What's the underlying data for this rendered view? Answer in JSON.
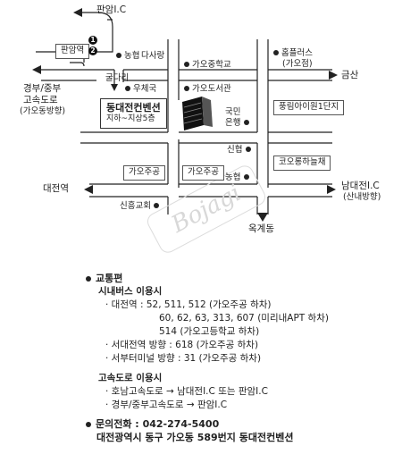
{
  "map": {
    "labels": {
      "pangyo_ic": "판암I.C",
      "pangyo_station": "판암역",
      "nonghyup_top": "농협",
      "dasarang": "다사랑",
      "gaoh_middle": "가오중학교",
      "homeplus": "홈플러스",
      "homeplus_branch": "(가오점)",
      "geumsan": "금산",
      "gyeongbu_highway": "경부/중부",
      "highway": "고속도로",
      "gaodong_dir": "(가오동방향)",
      "guldari": "굴다리",
      "post_office": "우체국",
      "library": "가오도서관",
      "kookmin": "국민",
      "bank": "은행",
      "pungnim": "풍림아이원1단지",
      "convention_name": "동대전컨벤션",
      "convention_floor": "지하~지상5층",
      "shinhyup": "신협",
      "gaoh_jugong_left": "가오주공",
      "gaoh_jugong_right": "가오주공",
      "nonghyup_bottom": "농협",
      "koyo": "코오롱하늘채",
      "daejeon_station": "대전역",
      "daejeon_ic": "남대전I.C",
      "sannae_dir": "(산내방향)",
      "shinheung_church": "신흥교회",
      "okgye": "옥계동",
      "num1": "1",
      "num2": "2"
    },
    "watermark": "Bojagi"
  },
  "info": {
    "transport_title": "교통편",
    "city_bus_title": "시내버스 이용시",
    "bus_lines": [
      "· 대전역 : 52, 511, 512 (가오주공 하차)",
      "60, 62, 63, 313, 607 (미리내APT 하차)",
      "514 (가오고등학교 하차)",
      "· 서대전역 방향 : 618 (가오주공 하차)",
      "· 서부터미널 방향 : 31 (가오주공 하차)"
    ],
    "highway_title": "고속도로 이용시",
    "highway_lines": [
      "· 호남고속도로 → 남대전I.C 또는 판암I.C",
      "· 경부/중부고속도로 → 판암I.C"
    ],
    "contact_label": "문의전화 :",
    "phone": "042-274-5400",
    "address": "대전광역시 동구 가오동 589번지 동대전컨벤션"
  }
}
